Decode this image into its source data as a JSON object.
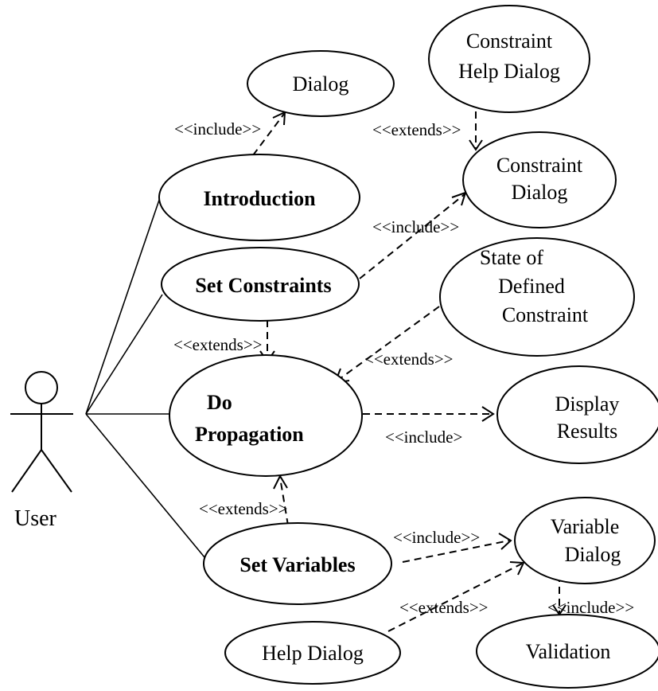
{
  "actor": {
    "name": "User"
  },
  "use_cases": {
    "dialog": "Dialog",
    "constraint_help_dialog": [
      "Constraint",
      "Help Dialog"
    ],
    "constraint_dialog": [
      "Constraint",
      "Dialog"
    ],
    "introduction": "Introduction",
    "set_constraints": "Set Constraints",
    "state_of_defined_constraint": [
      "State of",
      "Defined",
      "Constraint"
    ],
    "do_propagation": [
      "Do",
      "Propagation"
    ],
    "display_results": [
      "Display",
      "Results"
    ],
    "set_variables": "Set Variables",
    "variable_dialog": [
      "Variable",
      "Dialog"
    ],
    "help_dialog": "Help Dialog",
    "validation": "Validation"
  },
  "relations": {
    "intro_dialog": "<<include>>",
    "helpdialog_constraintdialog": "<<extends>>",
    "setconstraints_constraintdialog": "<<include>>",
    "setconstraints_propagation": "<<extends>>",
    "state_propagation": "<<extends>>",
    "propagation_display": "<<include>",
    "setvariables_propagation": "<<extends>>",
    "setvariables_variabledialog": "<<include>>",
    "helpdialog_variabledialog": "<<extends>>",
    "variabledialog_validation": "<<include>>"
  }
}
